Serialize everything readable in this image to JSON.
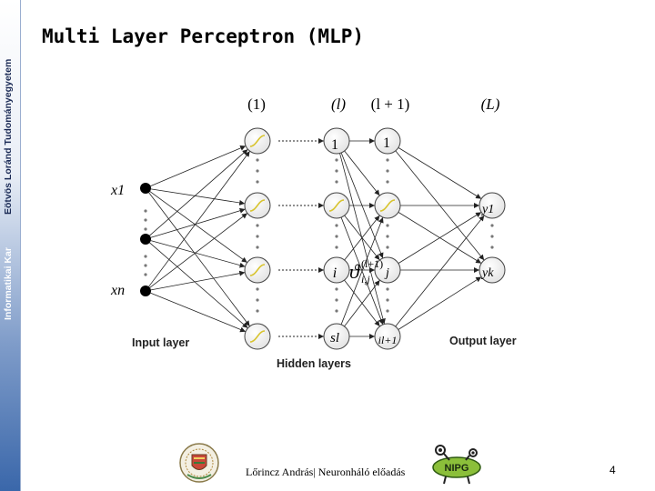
{
  "sidebar": {
    "university": "Eötvös Loránd Tudományegyetem",
    "faculty": "Informatikai Kar"
  },
  "slide": {
    "title": "Multi Layer Perceptron (MLP)",
    "page_number": "4"
  },
  "footer": {
    "credit": "Lőrincz András| Neuronháló előadás"
  },
  "diagram": {
    "layer_labels": [
      "(1)",
      "(l)",
      "(l + 1)",
      "(L)"
    ],
    "input_labels": [
      "x1",
      "xn"
    ],
    "output_labels": [
      "y1",
      "yk"
    ],
    "bias_labels": [
      "1",
      "1"
    ],
    "node_labels": [
      "i",
      "j",
      "sl",
      "il+1"
    ],
    "weight_label": "ϑ",
    "weight_sup": "(l+1)",
    "weight_sub": "i,j",
    "group_labels": {
      "input": "Input layer",
      "hidden": "Hidden layers",
      "output": "Output layer"
    }
  },
  "logos": {
    "nipg": "NIPG"
  },
  "colors": {
    "node_fill": "#ffffff",
    "node_curve": "#d8c430",
    "input_node": "#000000",
    "sidebar_dark": "#3a67aa"
  }
}
